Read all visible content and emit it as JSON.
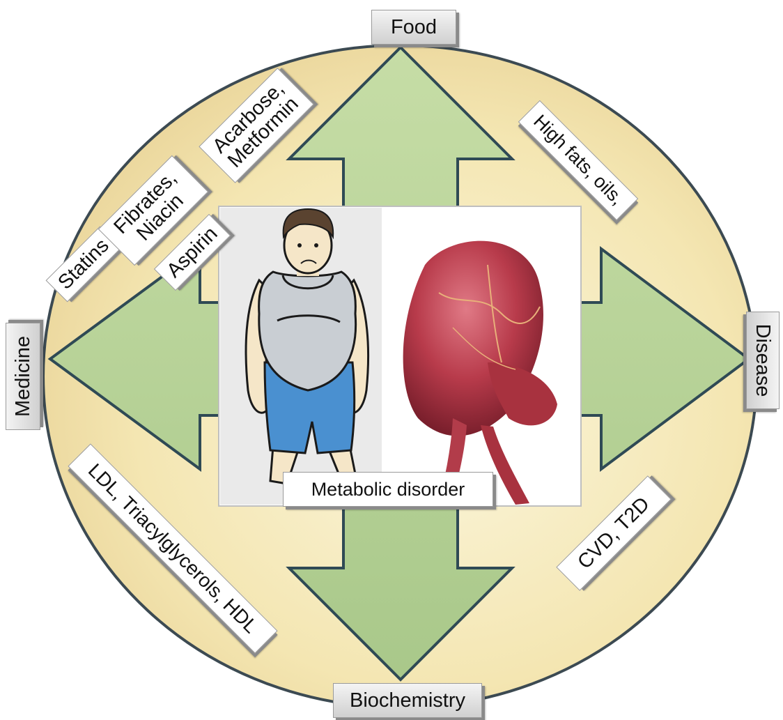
{
  "axes": {
    "top": "Food",
    "left": "Medicine",
    "right": "Disease",
    "bottom": "Biochemistry"
  },
  "center_caption": "Metabolic disorder",
  "medicine_labels": {
    "statins": "Statins",
    "fibrates_line1": "Fibrates,",
    "fibrates_line2": "Niacin",
    "aspirin": "Aspirin",
    "acarbose_line1": "Acarbose,",
    "acarbose_line2": "Metformin"
  },
  "food_label": "High fats, oils,",
  "biochem_label": "LDL, Triacylglycerols, HDL",
  "disease_label": "CVD, T2D",
  "colors": {
    "ellipse_fill": "#f4e9b8",
    "ellipse_stroke": "#3c4a52",
    "arrow_fill": "#b9d49a",
    "arrow_stroke": "#2f4a55",
    "skin": "#f5e6c8",
    "shirt": "#c9ced3",
    "shorts": "#4a90d0",
    "heart": "#b8384a"
  }
}
